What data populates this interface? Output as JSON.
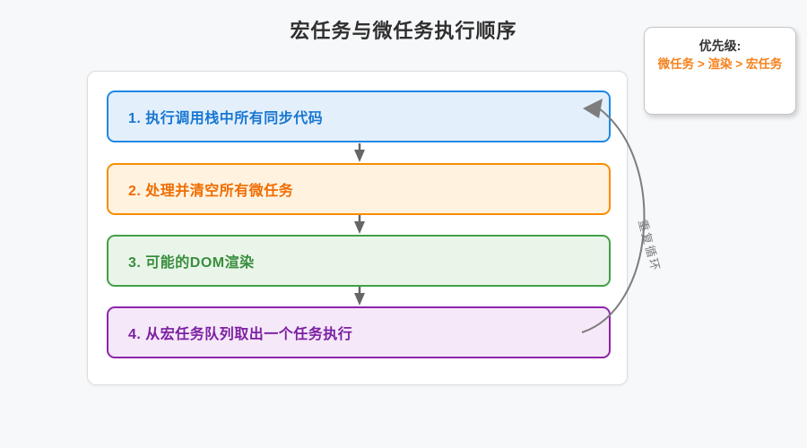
{
  "page": {
    "title": "宏任务与微任务执行顺序"
  },
  "priority_card": {
    "heading": "优先级:",
    "rule": "微任务 > 渲染 > 宏任务",
    "rule_color": "#f5821f"
  },
  "flow": {
    "steps": [
      {
        "label": "1. 执行调用栈中所有同步代码",
        "text_color": "#1976d2",
        "border_color": "#1e88e5",
        "bg_color": "#e3f0fb"
      },
      {
        "label": "2. 处理并清空所有微任务",
        "text_color": "#ef6c00",
        "border_color": "#fb8c00",
        "bg_color": "#fff3e0"
      },
      {
        "label": "3. 可能的DOM渲染",
        "text_color": "#388e3c",
        "border_color": "#43a047",
        "bg_color": "#eaf5ea"
      },
      {
        "label": "4. 从宏任务队列取出一个任务执行",
        "text_color": "#7b1fa2",
        "border_color": "#8e24aa",
        "bg_color": "#f5e8f8"
      }
    ],
    "loop_label": "重复循环",
    "arrow_color": "#666666",
    "loop_arrow_color": "#7d7d7d"
  }
}
